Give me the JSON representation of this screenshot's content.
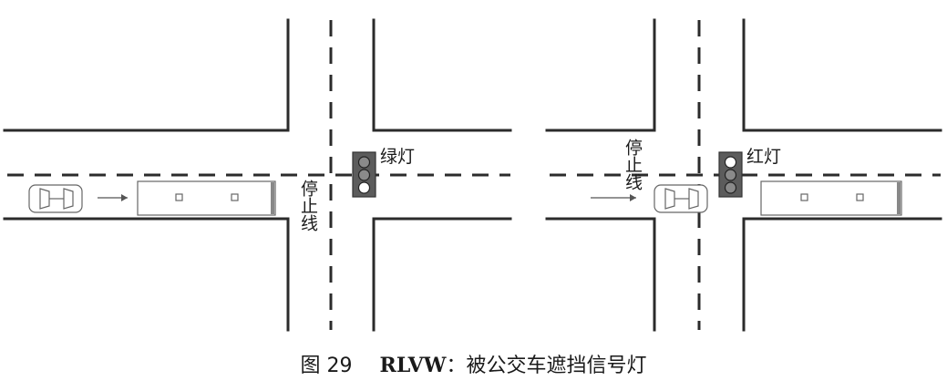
{
  "left_scene": {
    "stop_line_label": "停止线",
    "signal_label": "绿灯",
    "signal_state": "green"
  },
  "right_scene": {
    "stop_line_label": "停止线",
    "signal_label": "红灯",
    "signal_state": "red"
  },
  "caption": {
    "figure_number": "图 29",
    "title_bold": "RLVW",
    "title_rest": "：被公交车遮挡信号灯"
  }
}
